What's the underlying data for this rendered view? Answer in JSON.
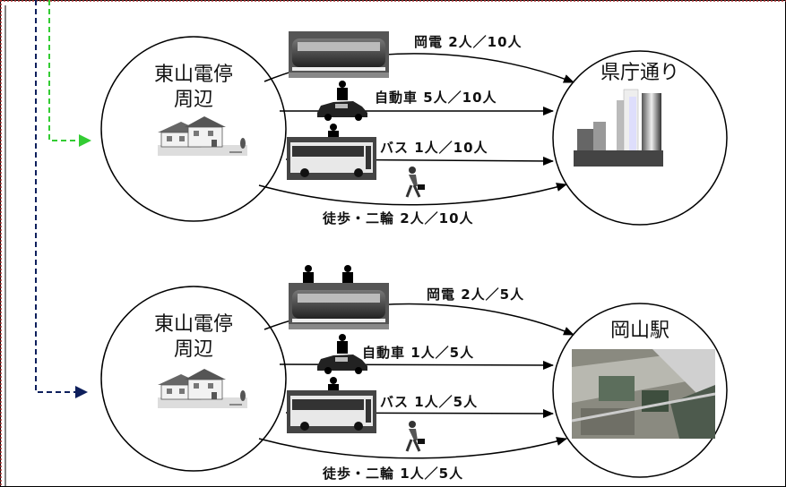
{
  "colors": {
    "green_dash": "#33cc33",
    "navy_dash": "#0d1f5c",
    "border_red": "#b03030",
    "arrow": "#000000"
  },
  "diagrams": [
    {
      "origin": {
        "line1": "東山電停",
        "line2": "周辺",
        "icon": "house-icon"
      },
      "destination": {
        "title": "県庁通り",
        "icon": "city-skyline-icon"
      },
      "modes": [
        {
          "label": "岡電 2人／10人",
          "icon": "tram-icon"
        },
        {
          "label": "自動車 5人／10人",
          "icon": "car-icon"
        },
        {
          "label": "バス 1人／10人",
          "icon": "bus-icon"
        },
        {
          "label": "徒歩・二輪 2人／10人",
          "icon": "walker-icon"
        }
      ]
    },
    {
      "origin": {
        "line1": "東山電停",
        "line2": "周辺",
        "icon": "house-icon"
      },
      "destination": {
        "title": "岡山駅",
        "icon": "station-aerial-icon"
      },
      "modes": [
        {
          "label": "岡電 2人／5人",
          "icon": "tram-icon"
        },
        {
          "label": "自動車 1人／5人",
          "icon": "car-icon"
        },
        {
          "label": "バス 1人／5人",
          "icon": "bus-icon"
        },
        {
          "label": "徒歩・二輪 1人／5人",
          "icon": "walker-icon"
        }
      ]
    }
  ]
}
